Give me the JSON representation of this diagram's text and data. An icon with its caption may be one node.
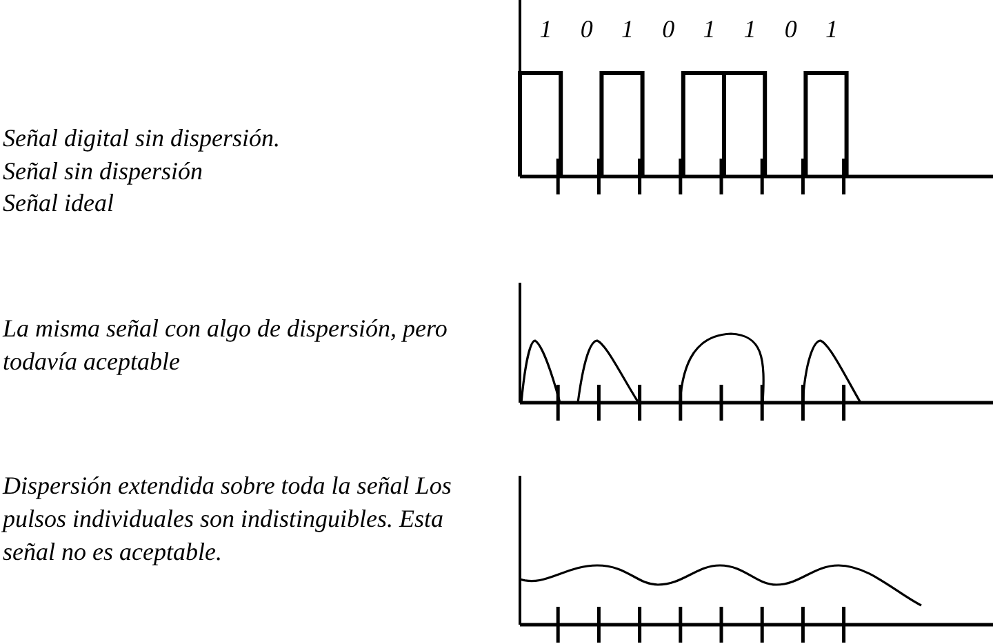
{
  "diagram": {
    "labels": [
      "1",
      "0",
      "1",
      "0",
      "1",
      "1",
      "0",
      "1",
      "Señal digital sin dispersión.",
      "Señal sin dispersión",
      "Señal ideal",
      "La misma señal con algo de dispersión, pero todavía aceptable",
      "Dispersión extendida sobre toda la señal Los pulsos individuales son indistinguibles. Esta señal no es aceptable."
    ]
  }
}
